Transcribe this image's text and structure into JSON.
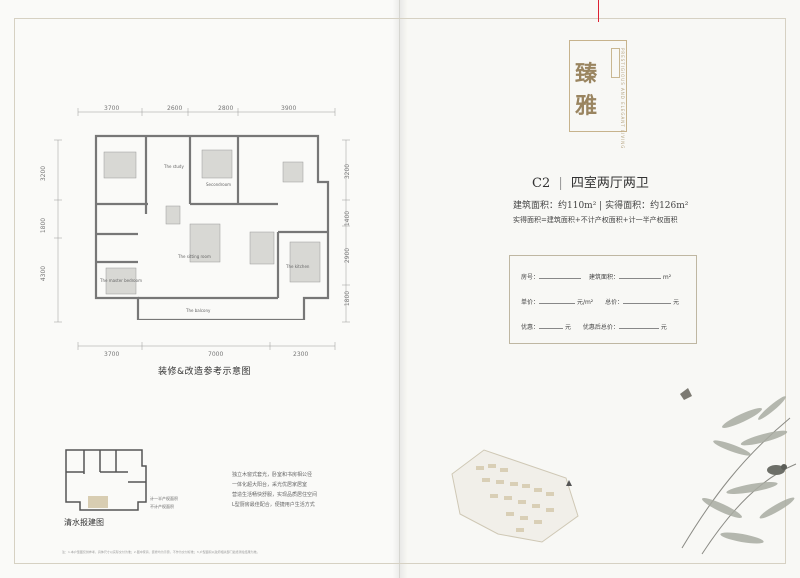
{
  "brochure": {
    "brand_title": [
      "臻",
      "雅"
    ],
    "brand_subtitle": "PRESTIGIOUS AND ELEGANT LIVING",
    "unit_code": "C2",
    "unit_desc": "四室两厅两卫",
    "area_text": "建筑面积：约110m² | 实得面积：约126m²",
    "area_formula": "实得面积=建筑面积+不计产权面积+计一半产权面积",
    "form": {
      "room_label": "房号：",
      "building_area_label": "建筑面积：",
      "unit_m2": "m²",
      "unit_price_label": "单价：",
      "yuan_per_m2": "元/m²",
      "total_label": "总价：",
      "yuan": "元",
      "discount_label": "优惠：",
      "discount_total_label": "优惠后总价："
    }
  },
  "plan": {
    "top_dims": [
      "3700",
      "2600",
      "2800",
      "3900"
    ],
    "bottom_dims": [
      "3700",
      "7000",
      "2300"
    ],
    "left_dims": [
      "3200",
      "1800",
      "4300"
    ],
    "right_dims": [
      "3200",
      "1400",
      "2900",
      "1800"
    ],
    "caption": "装修&改造参考示意图",
    "rooms": {
      "study": "The study",
      "second": "Secondroom",
      "living": "The sitting room",
      "kitchen": "The kitchen",
      "master": "The master bedroom",
      "balcony": "The balcony"
    }
  },
  "basic_plan": {
    "caption": "清水报建图",
    "legend": [
      "计一半产权面积",
      "不计产权面积"
    ],
    "note_lines": [
      "独立木窗式套光，卧室和书房相公径",
      "一体化超大阳台，采光优居家居室",
      "营造生活畅快舒服，实现品质居住空间",
      "L型厨房最佳配合，便捷用户生活方式"
    ]
  },
  "footnote": "注：1.本户型图仅供参考，具体尺寸以实际交付为准；2.图中家具、装修均为示意，不作为交付标准；3.户型面积以政府相关部门最终测绘结果为准。",
  "colors": {
    "gold": "#9a8560",
    "frame": "#d6d1c3",
    "text": "#333333"
  }
}
